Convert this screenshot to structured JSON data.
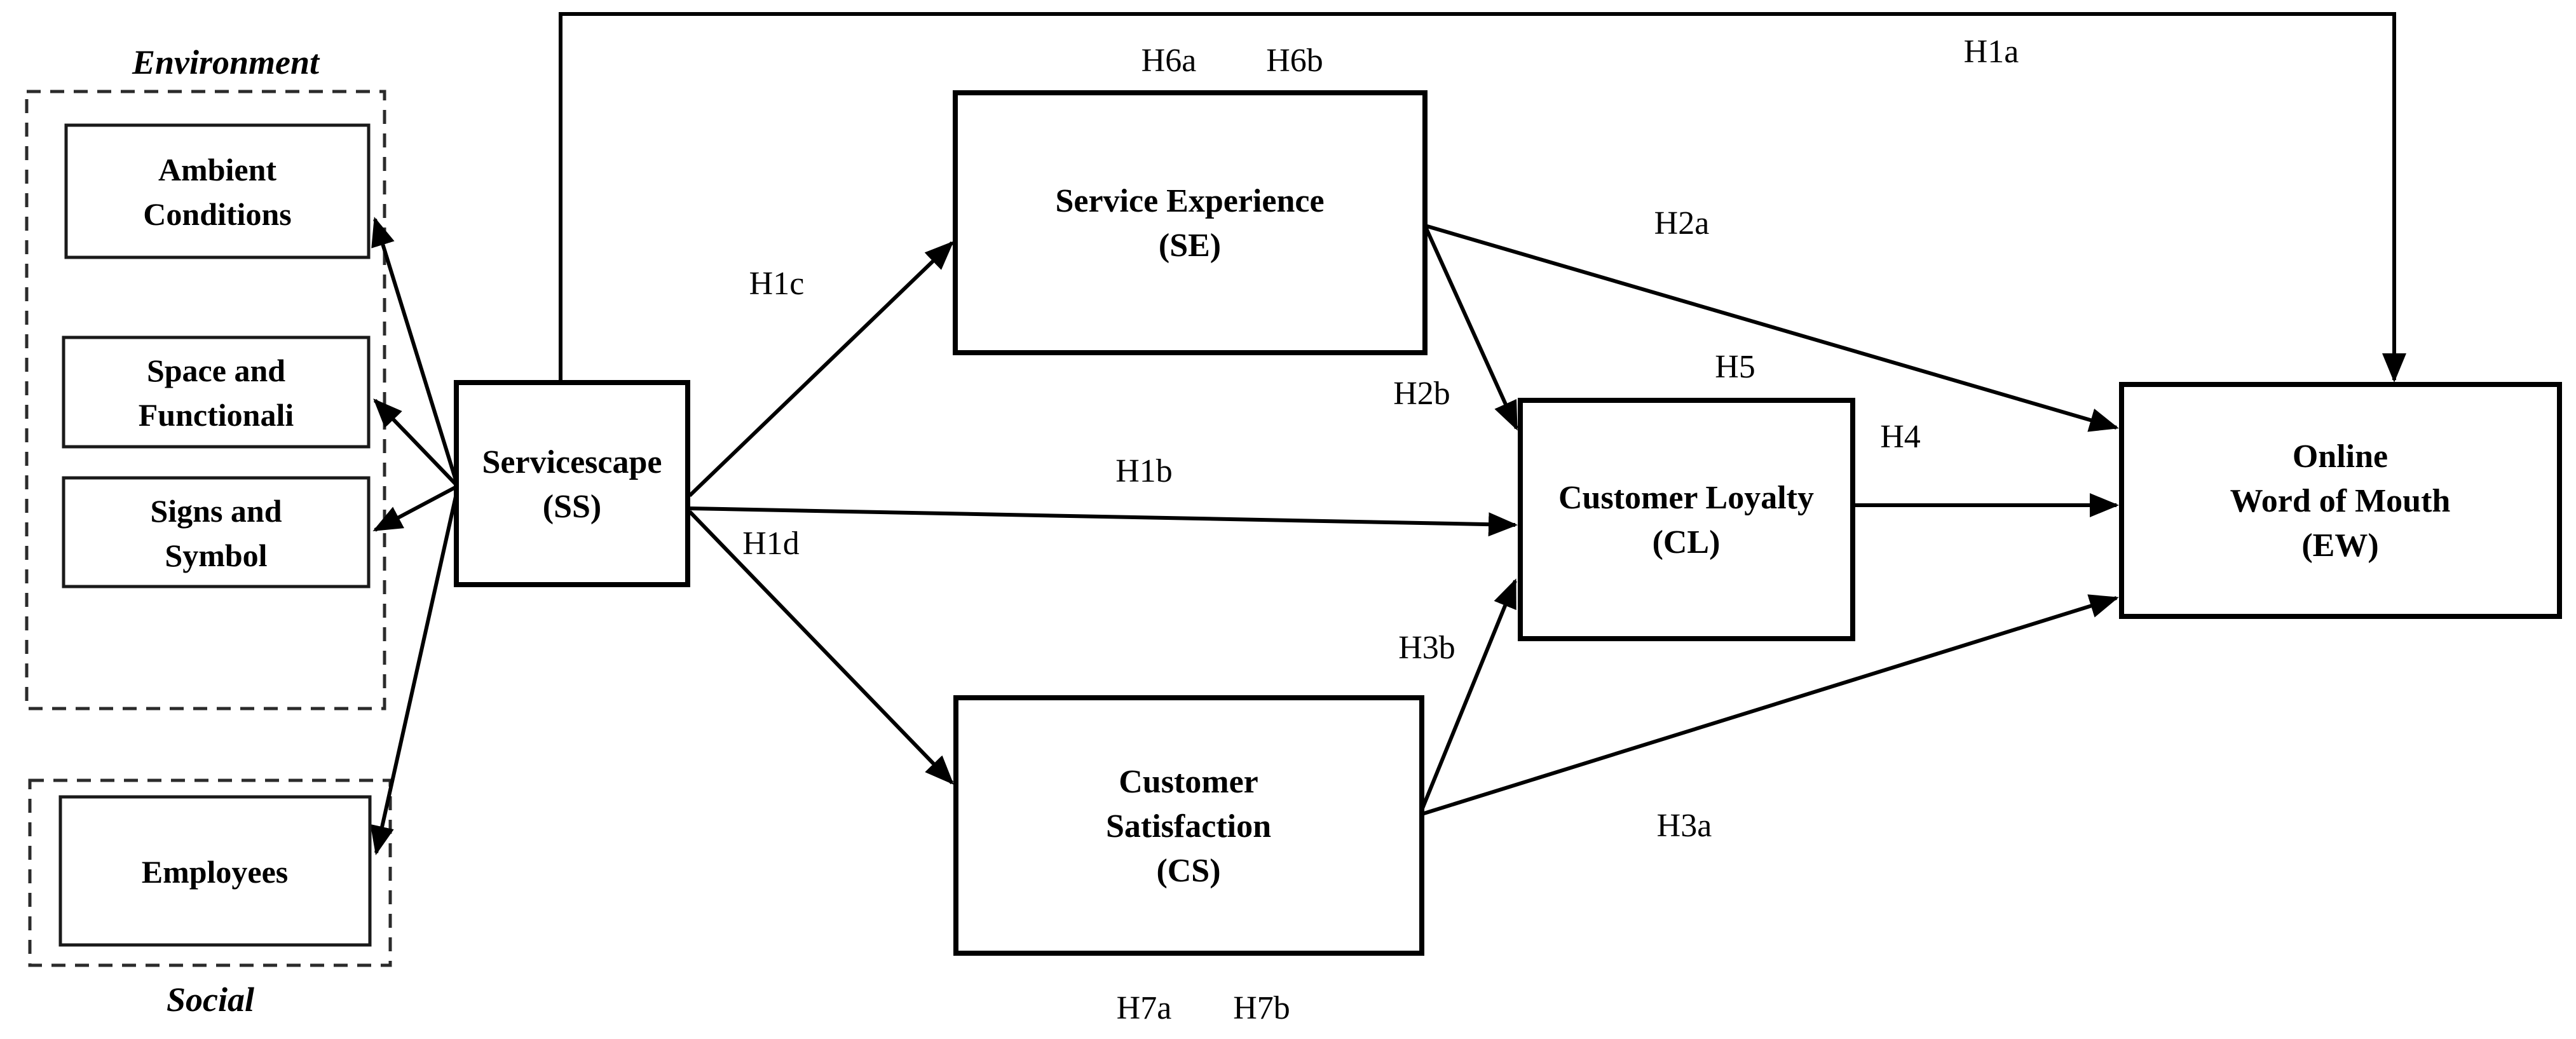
{
  "colors": {
    "ink": "#000000",
    "background": "#ffffff"
  },
  "groups": {
    "environment": {
      "label": "Environment"
    },
    "social": {
      "label": "Social"
    }
  },
  "nodes": {
    "ambient": {
      "line1": "Ambient",
      "line2": "Conditions"
    },
    "space": {
      "line1": "Space and",
      "line2": "Functionali"
    },
    "signs": {
      "line1": "Signs and",
      "line2": "Symbol"
    },
    "employees": {
      "line1": "Employees"
    },
    "servicescape": {
      "line1": "Servicescape",
      "line2": "(SS)"
    },
    "service_experience": {
      "line1": "Service Experience",
      "line2": "(SE)"
    },
    "customer_satisfaction": {
      "line1": "Customer",
      "line2": "Satisfaction",
      "line3": "(CS)"
    },
    "customer_loyalty": {
      "line1": "Customer Loyalty",
      "line2": "(CL)"
    },
    "online_word_of_mouth": {
      "line1": "Online",
      "line2": "Word of Mouth",
      "line3": "(EW)"
    }
  },
  "hypotheses": {
    "h1a": "H1a",
    "h1b": "H1b",
    "h1c": "H1c",
    "h1d": "H1d",
    "h2a": "H2a",
    "h2b": "H2b",
    "h3a": "H3a",
    "h3b": "H3b",
    "h4": "H4",
    "h5": "H5",
    "h6a": "H6a",
    "h6b": "H6b",
    "h7a": "H7a",
    "h7b": "H7b"
  }
}
